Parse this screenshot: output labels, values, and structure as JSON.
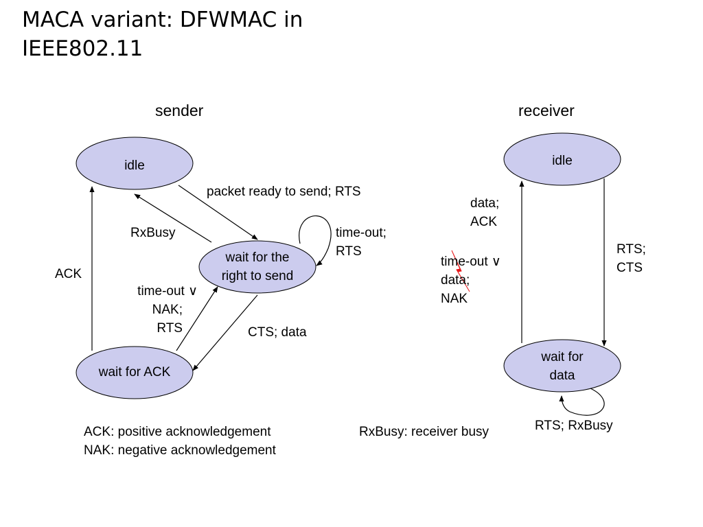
{
  "title": {
    "line1": "MACA variant: DFWMAC in",
    "line2": "IEEE802.11"
  },
  "sender": {
    "heading": "sender",
    "idle": "idle",
    "wait_rts_l1": "wait for the",
    "wait_rts_l2": "right to send",
    "wait_ack": "wait for ACK",
    "edge_packet_ready": "packet ready to send; RTS",
    "edge_rxbusy": "RxBusy",
    "edge_timeout_rts_l1": "time-out;",
    "edge_timeout_rts_l2": "RTS",
    "edge_ack": "ACK",
    "edge_timeout_nak_l1": "time-out ∨",
    "edge_timeout_nak_l2": "NAK;",
    "edge_timeout_nak_l3": "RTS",
    "edge_cts_data": "CTS; data"
  },
  "receiver": {
    "heading": "receiver",
    "idle": "idle",
    "wait_data_l1": "wait for",
    "wait_data_l2": "data",
    "edge_data_ack_l1": "data;",
    "edge_data_ack_l2": "ACK",
    "edge_rts_cts_l1": "RTS;",
    "edge_rts_cts_l2": "CTS",
    "edge_timeout_l1": "time-out ∨",
    "edge_timeout_l2": "data;",
    "edge_timeout_l3": "NAK",
    "edge_rts_rxbusy": "RTS; RxBusy"
  },
  "legend": {
    "ack": "ACK: positive acknowledgement",
    "nak": "NAK: negative acknowledgement",
    "rxbusy": "RxBusy: receiver busy"
  },
  "colors": {
    "node_fill": "#ccccee",
    "stroke": "#000000",
    "flash": "#e8181a"
  }
}
